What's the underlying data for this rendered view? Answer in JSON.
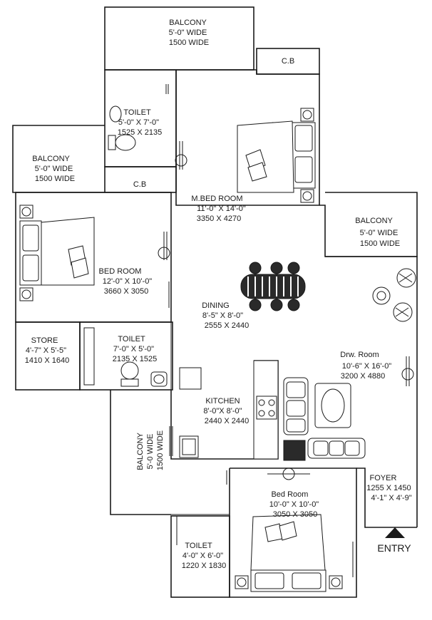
{
  "rooms": {
    "balcony_top": [
      "BALCONY",
      "5'-0\" WIDE",
      "1500 WIDE"
    ],
    "cb_top": [
      "C.B"
    ],
    "toilet_master": [
      "TOILET",
      "5'-0\" X 7'-0\"",
      "1525 X 2135"
    ],
    "balcony_left": [
      "BALCONY",
      "5'-0\" WIDE",
      "1500 WIDE"
    ],
    "cb_left": [
      "C.B"
    ],
    "master_bedroom": [
      "M.BED ROOM",
      "11'-0\" X 14'-0\"",
      "3350 X 4270"
    ],
    "balcony_right": [
      "BALCONY",
      "5'-0\" WIDE",
      "1500 WIDE"
    ],
    "bedroom_left": [
      "BED ROOM",
      "12'-0\" X 10'-0\"",
      "3660 X 3050"
    ],
    "dining": [
      "DINING",
      "8'-5\" X 8'-0\"",
      "2555 X 2440"
    ],
    "store": [
      "STORE",
      "4'-7\" X 5'-5\"",
      "1410 X 1640"
    ],
    "toilet_middle": [
      "TOILET",
      "7'-0\" X 5'-0\"",
      "2135 X 1525"
    ],
    "drawing_room": [
      "Drw. Room",
      "10'-6\" X 16'-0\"",
      "3200 X 4880"
    ],
    "kitchen": [
      "KITCHEN",
      "8'-0\"X 8'-0\"",
      "2440 X 2440"
    ],
    "balcony_vertical": [
      "BALCONY",
      "5'-0 WIDE",
      "1500 WIDE"
    ],
    "foyer": [
      "FOYER",
      "1255 X 1450",
      "4'-1\" X 4'-9\""
    ],
    "bedroom_bottom": [
      "Bed Room",
      "10'-0\" X 10'-0\"",
      "3050 X 3050"
    ],
    "toilet_bottom": [
      "TOILET",
      "4'-0\" X 6'-0\"",
      "1220 X 1830"
    ]
  },
  "entry_label": "ENTRY"
}
